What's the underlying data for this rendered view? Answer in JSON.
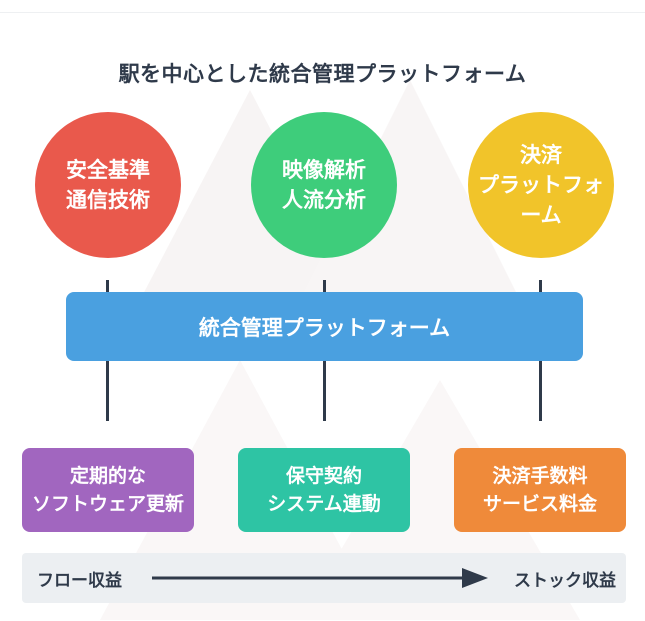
{
  "title": "駅を中心とした統合管理プラットフォーム",
  "technologies": [
    {
      "line1": "安全基準",
      "line2": "通信技術",
      "color": "#e9594c"
    },
    {
      "line1": "映像解析",
      "line2": "人流分析",
      "color": "#3ecd7b"
    },
    {
      "line1": "決済",
      "line2": "プラットフォーム",
      "color": "#f1c42a"
    }
  ],
  "platform": {
    "label": "統合管理プラットフォーム",
    "color": "#4aa0e0"
  },
  "revenue_sources": [
    {
      "line1": "定期的な",
      "line2": "ソフトウェア更新",
      "color": "#a166bf"
    },
    {
      "line1": "保守契約",
      "line2": "システム連動",
      "color": "#2ec4a4"
    },
    {
      "line1": "決済手数料",
      "line2": "サービス料金",
      "color": "#ef8a3a"
    }
  ],
  "revenue_flow": {
    "from": "フロー収益",
    "to": "ストック収益"
  }
}
